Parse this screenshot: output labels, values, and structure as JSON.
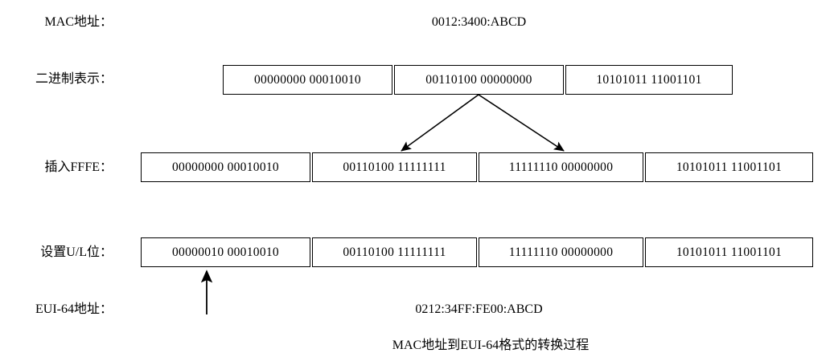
{
  "diagram": {
    "caption": "MAC地址到EUI-64格式的转换过程",
    "rows": {
      "mac": {
        "label": "MAC地址：",
        "value": "0012:3400:ABCD"
      },
      "binary": {
        "label": "二进制表示：",
        "boxes": [
          "00000000 00010010",
          "00110100 00000000",
          "10101011 11001101"
        ]
      },
      "insert_fffe": {
        "label": "插入FFFE：",
        "boxes": [
          "00000000 00010010",
          "00110100 11111111",
          "11111110 00000000",
          "10101011 11001101"
        ]
      },
      "set_ul": {
        "label": "设置U/L位：",
        "boxes": [
          "00000010 00010010",
          "00110100 11111111",
          "11111110 00000000",
          "10101011 11001101"
        ]
      },
      "eui64": {
        "label": "EUI-64地址：",
        "value": "0212:34FF:FE00:ABCD"
      }
    },
    "colors": {
      "stroke": "#000000",
      "background": "#ffffff",
      "text": "#000000"
    }
  }
}
